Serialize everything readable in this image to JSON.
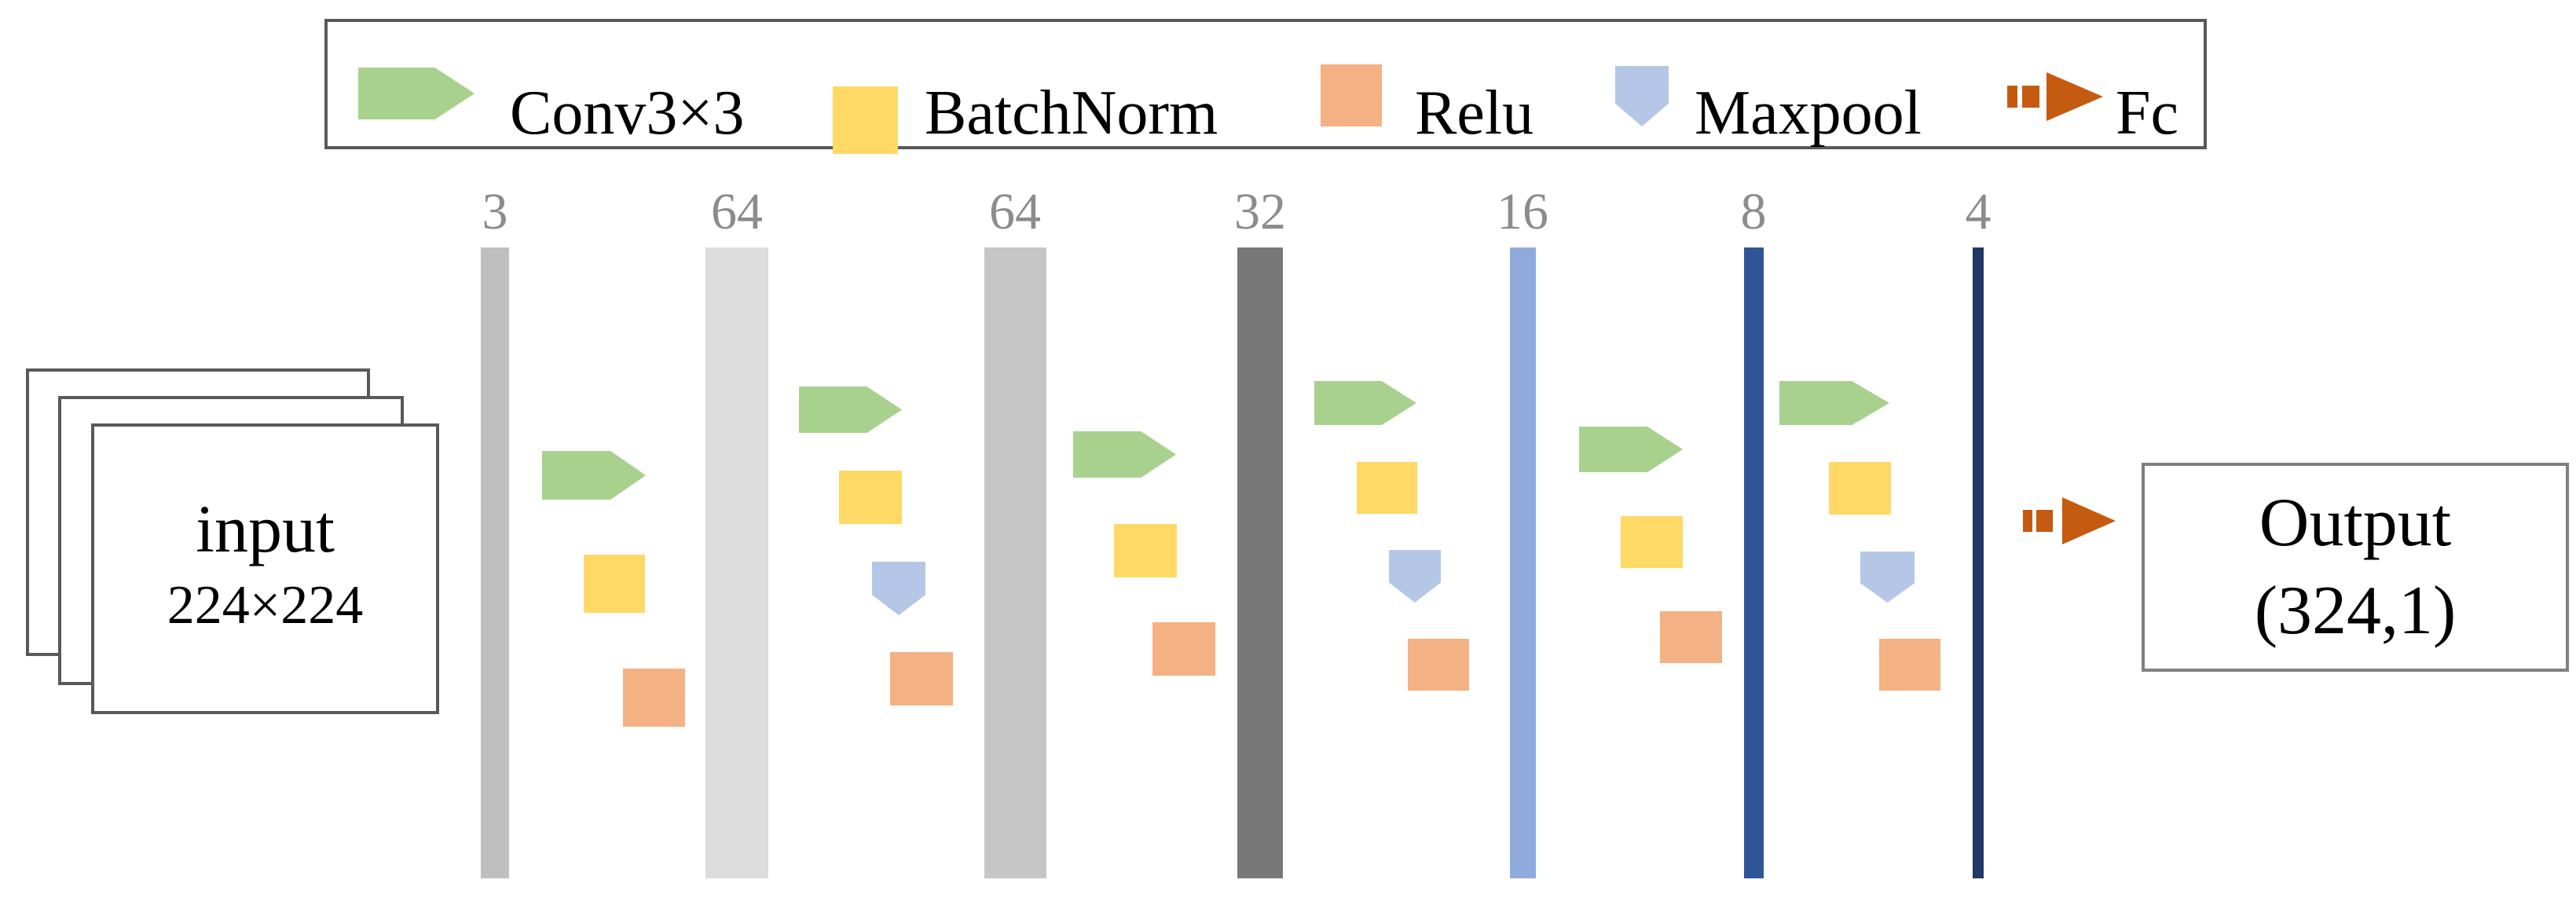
{
  "palette": {
    "conv": "#a9d18e",
    "batchnorm": "#ffd966",
    "relu": "#f4b183",
    "maxpool": "#b4c7e7",
    "fc": "#c55a11"
  },
  "legend": {
    "items": [
      {
        "op": "conv",
        "label": "Conv3×3"
      },
      {
        "op": "batchnorm",
        "label": "BatchNorm"
      },
      {
        "op": "relu",
        "label": "Relu"
      },
      {
        "op": "maxpool",
        "label": "Maxpool"
      },
      {
        "op": "fc",
        "label": "Fc"
      }
    ]
  },
  "input": {
    "stack_count": 3,
    "line1": "input",
    "line2": "224×224"
  },
  "layers": [
    {
      "label": "3",
      "color": "#bfbfbf"
    },
    {
      "label": "64",
      "color": "#dcdcdc"
    },
    {
      "label": "64",
      "color": "#c6c6c6"
    },
    {
      "label": "32",
      "color": "#787878"
    },
    {
      "label": "16",
      "color": "#8faadc"
    },
    {
      "label": "8",
      "color": "#2f5597"
    },
    {
      "label": "4",
      "color": "#1f3864"
    }
  ],
  "blocks": [
    {
      "ops": [
        "conv",
        "batchnorm",
        "relu"
      ]
    },
    {
      "ops": [
        "conv",
        "batchnorm",
        "maxpool",
        "relu"
      ]
    },
    {
      "ops": [
        "conv",
        "batchnorm",
        "relu"
      ]
    },
    {
      "ops": [
        "conv",
        "batchnorm",
        "maxpool",
        "relu"
      ]
    },
    {
      "ops": [
        "conv",
        "batchnorm",
        "relu"
      ]
    },
    {
      "ops": [
        "conv",
        "batchnorm",
        "maxpool",
        "relu"
      ]
    }
  ],
  "output": {
    "line1": "Output",
    "line2": "(324,1)"
  }
}
